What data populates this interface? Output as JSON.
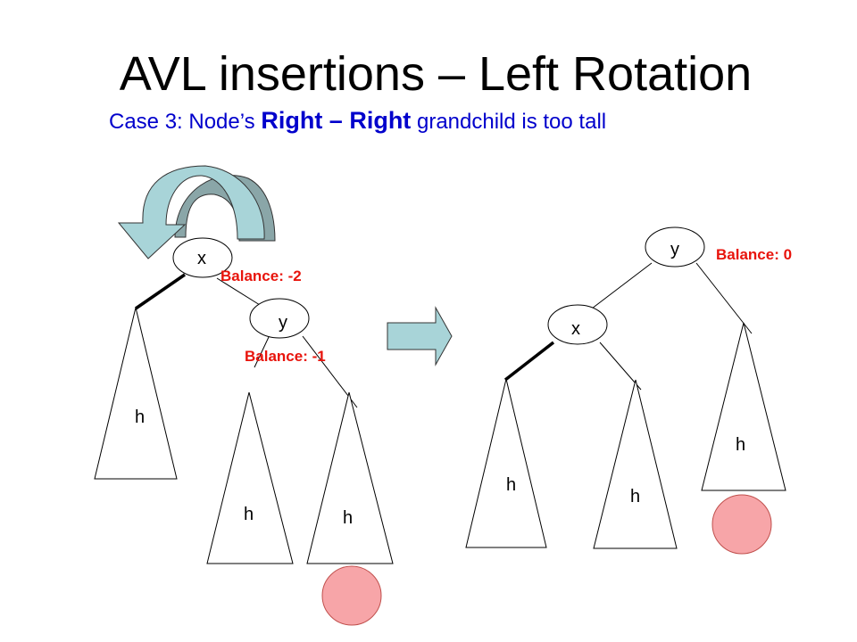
{
  "title": "AVL insertions – Left Rotation",
  "subtitle": {
    "prefix": "Case 3: Node’s ",
    "emphasis": "Right – Right",
    "suffix": " grandchild is too tall"
  },
  "before": {
    "node_x": "x",
    "node_y": "y",
    "balance_x": "Balance: -2",
    "balance_y": "Balance: -1",
    "subtree_left": "h",
    "subtree_mid": "h",
    "subtree_right": "h"
  },
  "after": {
    "node_y": "y",
    "node_x": "x",
    "balance_y": "Balance: 0",
    "subtree_left": "h",
    "subtree_mid": "h",
    "subtree_right": "h"
  },
  "colors": {
    "title": "#000000",
    "subtitle": "#0000cc",
    "balance": "#e8140c",
    "inserted_node": "#f7a5a8",
    "arrow_fill": "#a8d4d8",
    "arrow_dark": "#8aa6a8"
  }
}
